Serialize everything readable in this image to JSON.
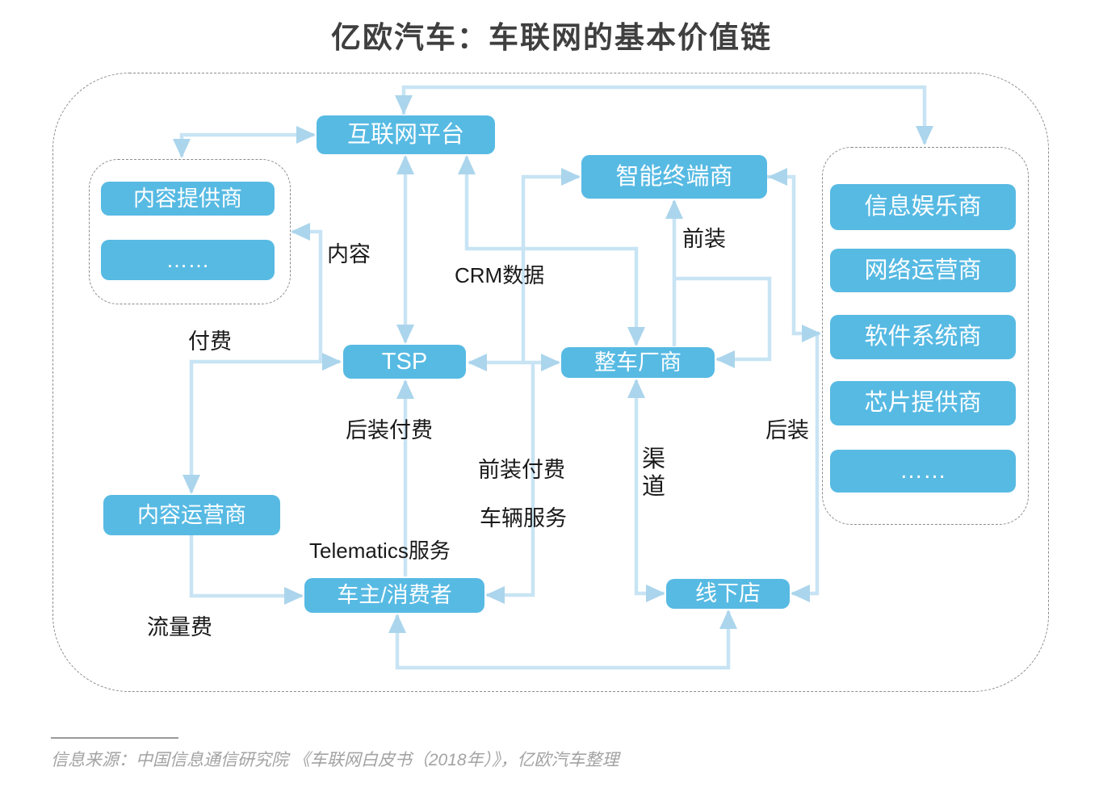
{
  "title": "亿欧汽车：车联网的基本价值链",
  "nodes": {
    "internet_platform": "互联网平台",
    "content_provider": "内容提供商",
    "content_ellipsis": "……",
    "smart_terminal": "智能终端商",
    "tsp": "TSP",
    "oem": "整车厂商",
    "content_operator": "内容运营商",
    "car_owner": "车主/消费者",
    "offline_store": "线下店",
    "infotainment": "信息娱乐商",
    "network_operator": "网络运营商",
    "software_system": "软件系统商",
    "chip_provider": "芯片提供商",
    "supplier_ellipsis": "……"
  },
  "edge_labels": {
    "content": "内容",
    "crm_data": "CRM数据",
    "front_install": "前装",
    "pay": "付费",
    "aftermarket_pay": "后装付费",
    "front_install_pay": "前装付费",
    "vehicle_service": "车辆服务",
    "telematics_service": "Telematics服务",
    "channel": "渠道",
    "aftermarket": "后装",
    "traffic_fee": "流量费"
  },
  "source_note": "信息来源：中国信息通信研究院 《车联网白皮书（2018年）》，亿欧汽车整理",
  "colors": {
    "node_fill": "#57BAE3",
    "node_text": "#FFFFFF",
    "connector_line": "#C8E4F4",
    "arrowhead": "#ABD5EC",
    "dashed_border": "#8C8C8C",
    "title_text": "#3F3F3F",
    "label_text": "#1A1A1A",
    "source_text": "#A3A3A3"
  }
}
